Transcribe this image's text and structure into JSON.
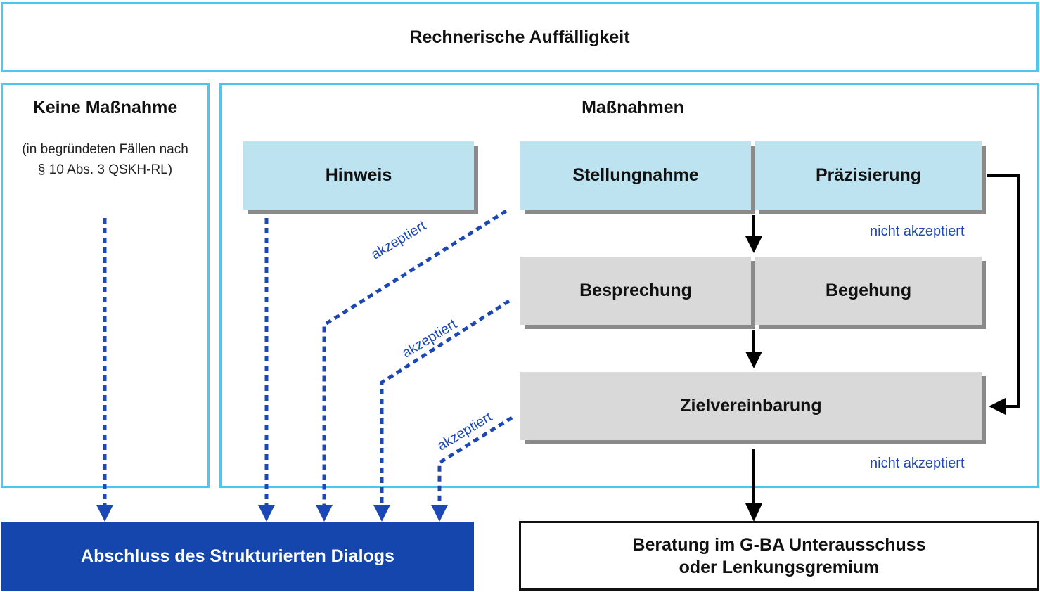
{
  "header": {
    "title": "Rechnerische Auffälligkeit"
  },
  "left_panel": {
    "title": "Keine Maßnahme",
    "note_line1": "(in begründeten Fällen nach",
    "note_line2": "§ 10 Abs. 3 QSKH-RL)"
  },
  "main_panel": {
    "title": "Maßnahmen",
    "steps": {
      "hinweis": "Hinweis",
      "stellungnahme": "Stellungnahme",
      "praezisierung": "Präzisierung",
      "besprechung": "Besprechung",
      "begehung": "Begehung",
      "zielvereinbarung": "Zielvereinbarung"
    },
    "labels": {
      "akzeptiert_1": "akzeptiert",
      "akzeptiert_2": "akzeptiert",
      "akzeptiert_3": "akzeptiert",
      "nicht_akzeptiert_1": "nicht akzeptiert",
      "nicht_akzeptiert_2": "nicht akzeptiert"
    }
  },
  "outcomes": {
    "abschluss": "Abschluss des Strukturierten Dialogs",
    "beratung_line1": "Beratung im G-BA Unterausschuss",
    "beratung_line2": "oder Lenkungsgremium"
  },
  "colors": {
    "frame": "#52c5ee",
    "step_blue": "#bde3f0",
    "step_gray": "#d9d9d9",
    "dashed_arrow": "#1c48b5",
    "abschluss_fill": "#1446ad"
  }
}
